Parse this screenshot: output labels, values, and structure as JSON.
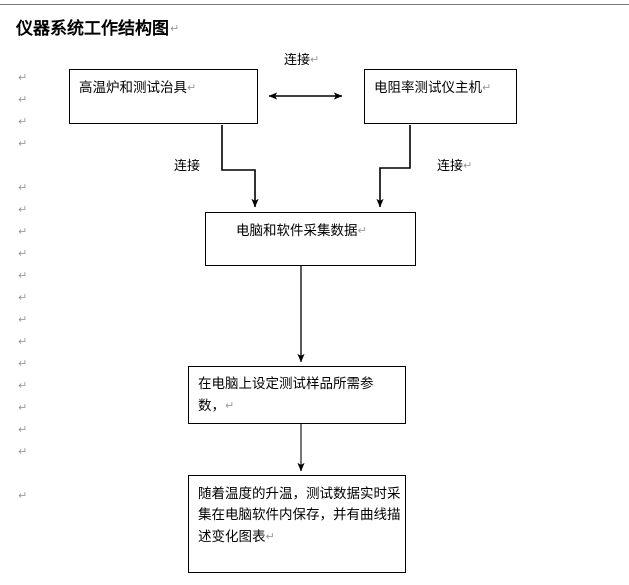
{
  "document": {
    "title": "仪器系统工作结构图",
    "pilcrow_glyph": "↵",
    "title_pilcrow": "↵"
  },
  "diagram": {
    "type": "flowchart",
    "boxes": [
      {
        "id": "furnace",
        "label": "高温炉和测试治具",
        "pilcrow": "↵"
      },
      {
        "id": "mainunit",
        "label": "电阻率测试仪主机",
        "pilcrow": "↵"
      },
      {
        "id": "acquire",
        "label": "电脑和软件采集数据",
        "pilcrow": "↵"
      },
      {
        "id": "setparams",
        "label": "在电脑上设定测试样品所需参\n数，",
        "pilcrow": "↵"
      },
      {
        "id": "record",
        "label": "随着温度的升温，测试数据实时采集在电脑软件内保存，并有曲线描述变化图表",
        "pilcrow": "↵"
      }
    ],
    "edge_labels": [
      {
        "id": "conn-top",
        "text": "连接",
        "pilcrow": "↵"
      },
      {
        "id": "conn-left",
        "text": "连接",
        "pilcrow": ""
      },
      {
        "id": "conn-right",
        "text": "连接",
        "pilcrow": "↵"
      }
    ],
    "line_color": "#000000",
    "box_border_color": "#000000",
    "background": "#ffffff"
  },
  "margin_marks": {
    "glyph": "↵",
    "color": "#9a9a9a",
    "tops": [
      72,
      94,
      116,
      138,
      182,
      204,
      226,
      248,
      270,
      292,
      314,
      336,
      358,
      380,
      402,
      424,
      446,
      490
    ]
  }
}
